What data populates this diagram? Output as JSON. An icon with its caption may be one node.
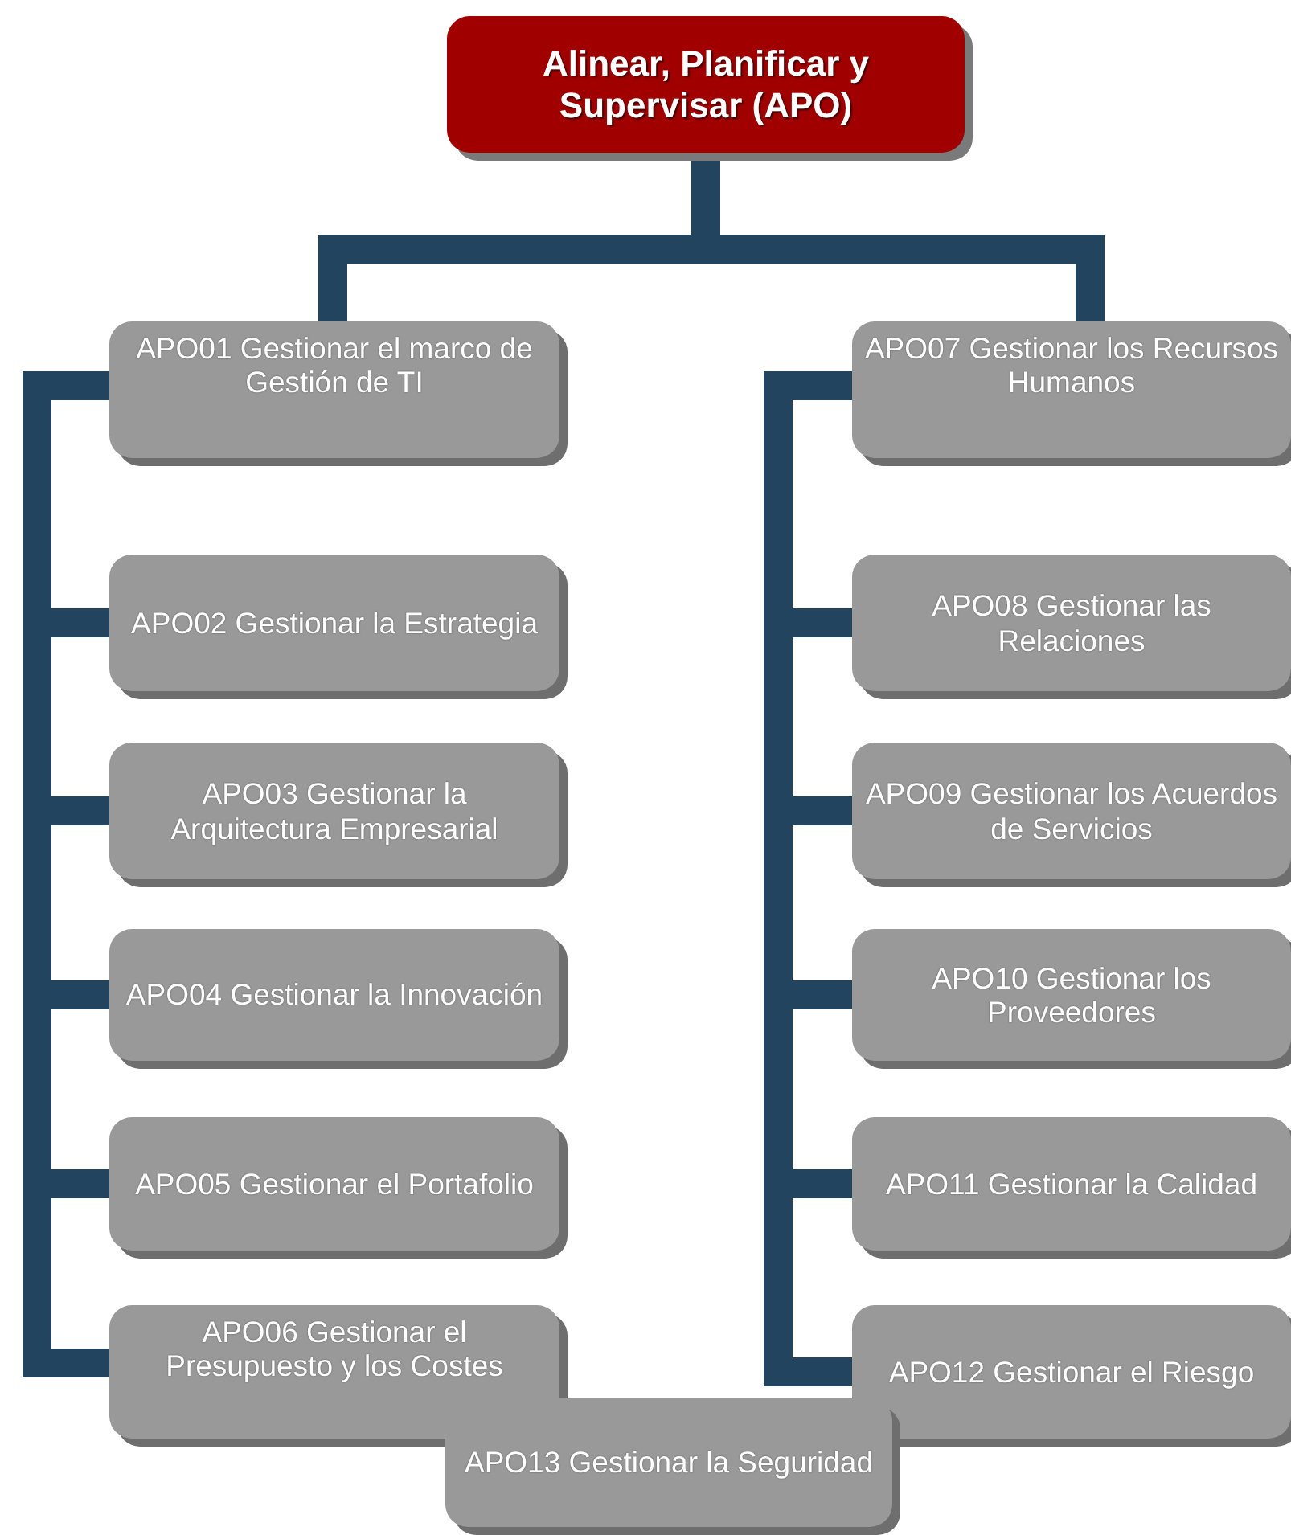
{
  "diagram": {
    "nodes": [
      {
        "text": [
          "Alinear, Planificar y Supervisar (APO)"
        ]
      },
      {
        "text": [
          "APO01 Gestionar el marco de Gestión de TI"
        ]
      },
      {
        "text": [
          "APO02 Gestionar la Estrategia"
        ]
      },
      {
        "text": [
          "APO03 Gestionar la Arquitectura Empresarial"
        ]
      },
      {
        "text": [
          "APO04 Gestionar la Innovación"
        ]
      },
      {
        "text": [
          "APO05 Gestionar el Portafolio"
        ]
      },
      {
        "text": [
          "APO06 Gestionar el Presupuesto y los Costes"
        ]
      },
      {
        "text": [
          "APO07 Gestionar los Recursos Humanos"
        ]
      },
      {
        "text": [
          "APO08 Gestionar las Relaciones"
        ]
      },
      {
        "text": [
          "APO09 Gestionar los Acuerdos de Servicios"
        ]
      },
      {
        "text": [
          "APO10 Gestionar los Proveedores"
        ]
      },
      {
        "text": [
          "APO11 Gestionar la Calidad"
        ]
      },
      {
        "text": [
          "APO12 Gestionar el Riesgo"
        ]
      },
      {
        "text": [
          "APO13 Gestionar la Seguridad"
        ]
      }
    ],
    "edges": [
      {
        "from": 0,
        "to": 1,
        "arrow": "none"
      },
      {
        "from": 0,
        "to": 7,
        "arrow": "none"
      },
      {
        "from": 1,
        "to": 2,
        "arrow": "none"
      },
      {
        "from": 1,
        "to": 3,
        "arrow": "none"
      },
      {
        "from": 1,
        "to": 4,
        "arrow": "none"
      },
      {
        "from": 1,
        "to": 5,
        "arrow": "none"
      },
      {
        "from": 1,
        "to": 6,
        "arrow": "none"
      },
      {
        "from": 7,
        "to": 8,
        "arrow": "none"
      },
      {
        "from": 7,
        "to": 9,
        "arrow": "none"
      },
      {
        "from": 7,
        "to": 10,
        "arrow": "none"
      },
      {
        "from": 7,
        "to": 11,
        "arrow": "none"
      },
      {
        "from": 7,
        "to": 12,
        "arrow": "none"
      }
    ]
  }
}
